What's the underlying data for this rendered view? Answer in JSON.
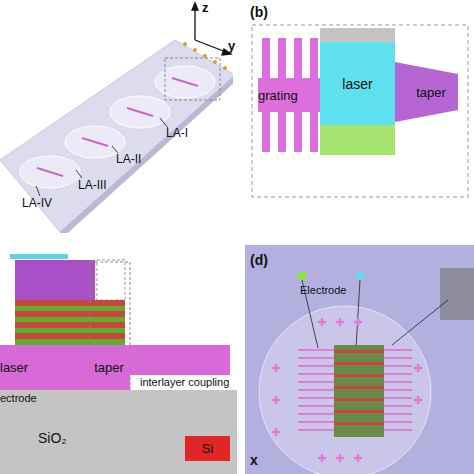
{
  "diagram": {
    "nodes": [
      {
        "text": [
          "grating"
        ]
      },
      {
        "text": [
          "laser"
        ]
      },
      {
        "text": [
          "taper"
        ]
      },
      {
        "text": [
          "laser"
        ]
      },
      {
        "text": [
          "taper"
        ]
      },
      {
        "text": [
          "SiO₂"
        ]
      },
      {
        "text": [
          "Si"
        ],
        "in": 5
      }
    ],
    "labels": [
      "z",
      "y",
      "LA-I",
      "LA-II",
      "LA-III",
      "LA-IV",
      "(b)",
      "interlayer coupling",
      "ectrode",
      "(d)",
      "Electrode",
      "x"
    ]
  }
}
